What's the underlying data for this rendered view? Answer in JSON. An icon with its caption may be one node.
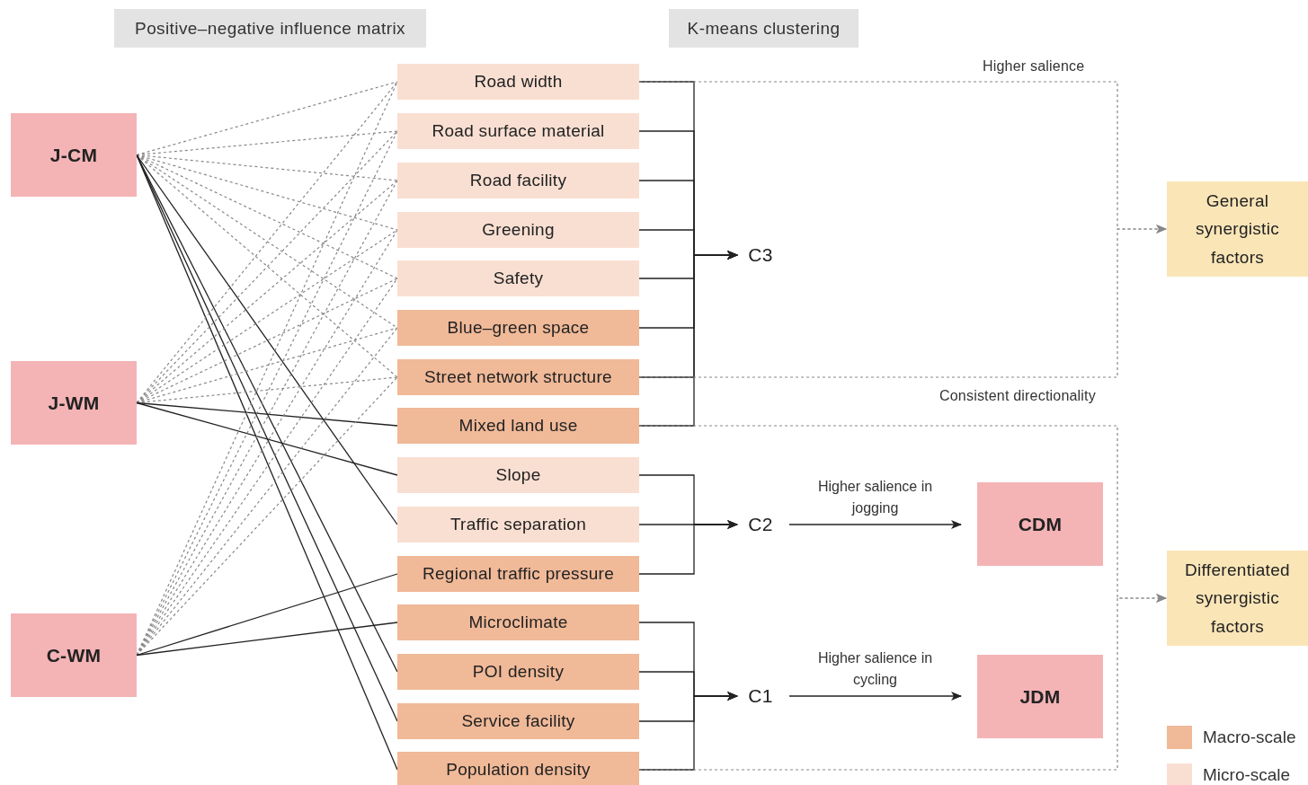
{
  "diagram": {
    "nodes": [
      {
        "text": [
          "J-CM"
        ]
      },
      {
        "text": [
          "J-WM"
        ]
      },
      {
        "text": [
          "C-WM"
        ]
      },
      {
        "text": [
          "Road width"
        ]
      },
      {
        "text": [
          "Road surface material"
        ]
      },
      {
        "text": [
          "Road facility"
        ]
      },
      {
        "text": [
          "Greening"
        ]
      },
      {
        "text": [
          "Safety"
        ]
      },
      {
        "text": [
          "Blue–green space"
        ]
      },
      {
        "text": [
          "Street network structure"
        ]
      },
      {
        "text": [
          "Mixed land use"
        ]
      },
      {
        "text": [
          "Slope"
        ]
      },
      {
        "text": [
          "Traffic separation"
        ]
      },
      {
        "text": [
          "Regional traffic pressure"
        ]
      },
      {
        "text": [
          "Microclimate"
        ]
      },
      {
        "text": [
          "POI density"
        ]
      },
      {
        "text": [
          "Service facility"
        ]
      },
      {
        "text": [
          "Population density"
        ]
      },
      {
        "text": [
          "C3"
        ]
      },
      {
        "text": [
          "C2"
        ]
      },
      {
        "text": [
          "C1"
        ]
      },
      {
        "text": [
          "CDM"
        ]
      },
      {
        "text": [
          "JDM"
        ]
      },
      {
        "text": [
          "General synergistic factors"
        ]
      },
      {
        "text": [
          "Differentiated synergistic factors"
        ]
      }
    ],
    "edges": [
      {
        "from": 0,
        "to": 3,
        "arrow": "none",
        "style": "dashed"
      },
      {
        "from": 0,
        "to": 4,
        "arrow": "none",
        "style": "dashed"
      },
      {
        "from": 0,
        "to": 5,
        "arrow": "none",
        "style": "dashed"
      },
      {
        "from": 0,
        "to": 6,
        "arrow": "none",
        "style": "dashed"
      },
      {
        "from": 0,
        "to": 7,
        "arrow": "none",
        "style": "dashed"
      },
      {
        "from": 0,
        "to": 8,
        "arrow": "none",
        "style": "dashed"
      },
      {
        "from": 0,
        "to": 9,
        "arrow": "none",
        "style": "dashed"
      },
      {
        "from": 0,
        "to": 12,
        "arrow": "none",
        "color": "#222222"
      },
      {
        "from": 0,
        "to": 15,
        "arrow": "none",
        "color": "#222222"
      },
      {
        "from": 0,
        "to": 16,
        "arrow": "none",
        "color": "#222222"
      },
      {
        "from": 0,
        "to": 17,
        "arrow": "none",
        "color": "#222222"
      },
      {
        "from": 1,
        "to": 3,
        "arrow": "none",
        "style": "dashed"
      },
      {
        "from": 1,
        "to": 4,
        "arrow": "none",
        "style": "dashed"
      },
      {
        "from": 1,
        "to": 5,
        "arrow": "none",
        "style": "dashed"
      },
      {
        "from": 1,
        "to": 6,
        "arrow": "none",
        "style": "dashed"
      },
      {
        "from": 1,
        "to": 7,
        "arrow": "none",
        "style": "dashed"
      },
      {
        "from": 1,
        "to": 8,
        "arrow": "none",
        "style": "dashed"
      },
      {
        "from": 1,
        "to": 9,
        "arrow": "none",
        "style": "dashed"
      },
      {
        "from": 1,
        "to": 10,
        "arrow": "none",
        "color": "#222222"
      },
      {
        "from": 1,
        "to": 11,
        "arrow": "none",
        "color": "#222222"
      },
      {
        "from": 2,
        "to": 3,
        "arrow": "none",
        "style": "dashed"
      },
      {
        "from": 2,
        "to": 4,
        "arrow": "none",
        "style": "dashed"
      },
      {
        "from": 2,
        "to": 5,
        "arrow": "none",
        "style": "dashed"
      },
      {
        "from": 2,
        "to": 6,
        "arrow": "none",
        "style": "dashed"
      },
      {
        "from": 2,
        "to": 7,
        "arrow": "none",
        "style": "dashed"
      },
      {
        "from": 2,
        "to": 8,
        "arrow": "none",
        "style": "dashed"
      },
      {
        "from": 2,
        "to": 9,
        "arrow": "none",
        "style": "dashed"
      },
      {
        "from": 2,
        "to": 13,
        "arrow": "none",
        "color": "#222222"
      },
      {
        "from": 2,
        "to": 14,
        "arrow": "none",
        "color": "#222222"
      },
      {
        "from": 3,
        "to": 18,
        "arrow": "to",
        "color": "#222222"
      },
      {
        "from": 4,
        "to": 18,
        "arrow": "to",
        "color": "#222222"
      },
      {
        "from": 5,
        "to": 18,
        "arrow": "to",
        "color": "#222222"
      },
      {
        "from": 6,
        "to": 18,
        "arrow": "to",
        "color": "#222222"
      },
      {
        "from": 7,
        "to": 18,
        "arrow": "to",
        "color": "#222222"
      },
      {
        "from": 8,
        "to": 18,
        "arrow": "to",
        "color": "#222222"
      },
      {
        "from": 9,
        "to": 18,
        "arrow": "to",
        "color": "#222222"
      },
      {
        "from": 10,
        "to": 18,
        "arrow": "to",
        "color": "#222222"
      },
      {
        "from": 11,
        "to": 19,
        "arrow": "to",
        "color": "#222222"
      },
      {
        "from": 12,
        "to": 19,
        "arrow": "to",
        "color": "#222222"
      },
      {
        "from": 13,
        "to": 19,
        "arrow": "to",
        "color": "#222222"
      },
      {
        "from": 14,
        "to": 20,
        "arrow": "to",
        "color": "#222222"
      },
      {
        "from": 15,
        "to": 20,
        "arrow": "to",
        "color": "#222222"
      },
      {
        "from": 16,
        "to": 20,
        "arrow": "to",
        "color": "#222222"
      },
      {
        "from": 17,
        "to": 20,
        "arrow": "to",
        "color": "#222222"
      },
      {
        "from": 19,
        "to": 21,
        "arrow": "to",
        "label": "Higher salience in jogging",
        "color": "#222222"
      },
      {
        "from": 20,
        "to": 22,
        "arrow": "to",
        "label": "Higher salience in cycling",
        "color": "#222222"
      },
      {
        "from": 3,
        "to": 23,
        "arrow": "to",
        "style": "dashed"
      },
      {
        "from": 9,
        "to": 23,
        "arrow": "to",
        "style": "dashed"
      },
      {
        "from": 10,
        "to": 24,
        "arrow": "to",
        "style": "dashed"
      },
      {
        "from": 17,
        "to": 24,
        "arrow": "to",
        "style": "dashed"
      }
    ],
    "labels": [
      "Positive–negative influence matrix",
      "K-means clustering",
      "Higher salience",
      "Consistent directionality"
    ],
    "legend": [
      {
        "text": "Macro-scale",
        "color": "#f0b998"
      },
      {
        "text": "Micro-scale",
        "color": "#f9dfd2"
      }
    ]
  }
}
